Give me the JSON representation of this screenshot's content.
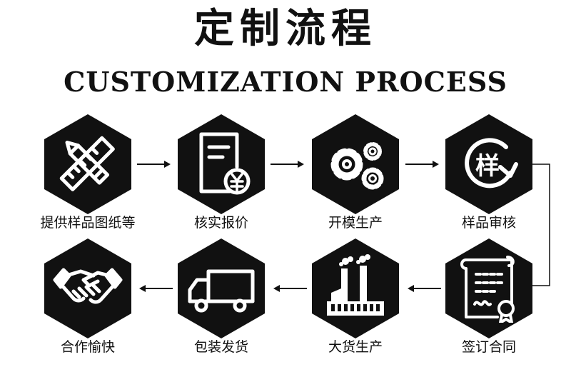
{
  "header": {
    "title": "定制流程",
    "subtitle": "CUSTOMIZATION PROCESS"
  },
  "steps": [
    {
      "label": "提供样品图纸等",
      "icon": "ruler-pencil-icon"
    },
    {
      "label": "核实报价",
      "icon": "document-price-icon"
    },
    {
      "label": "开模生产",
      "icon": "gears-icon"
    },
    {
      "label": "样品审核",
      "icon": "sample-cycle-icon",
      "icon_text": "样"
    },
    {
      "label": "签订合同",
      "icon": "contract-seal-icon"
    },
    {
      "label": "大货生产",
      "icon": "factory-icon"
    },
    {
      "label": "包装发货",
      "icon": "truck-icon"
    },
    {
      "label": "合作愉快",
      "icon": "handshake-icon"
    }
  ],
  "colors": {
    "hexagon": "#111111",
    "icon_line": "#ffffff",
    "arrow": "#111111",
    "text": "#111111"
  }
}
